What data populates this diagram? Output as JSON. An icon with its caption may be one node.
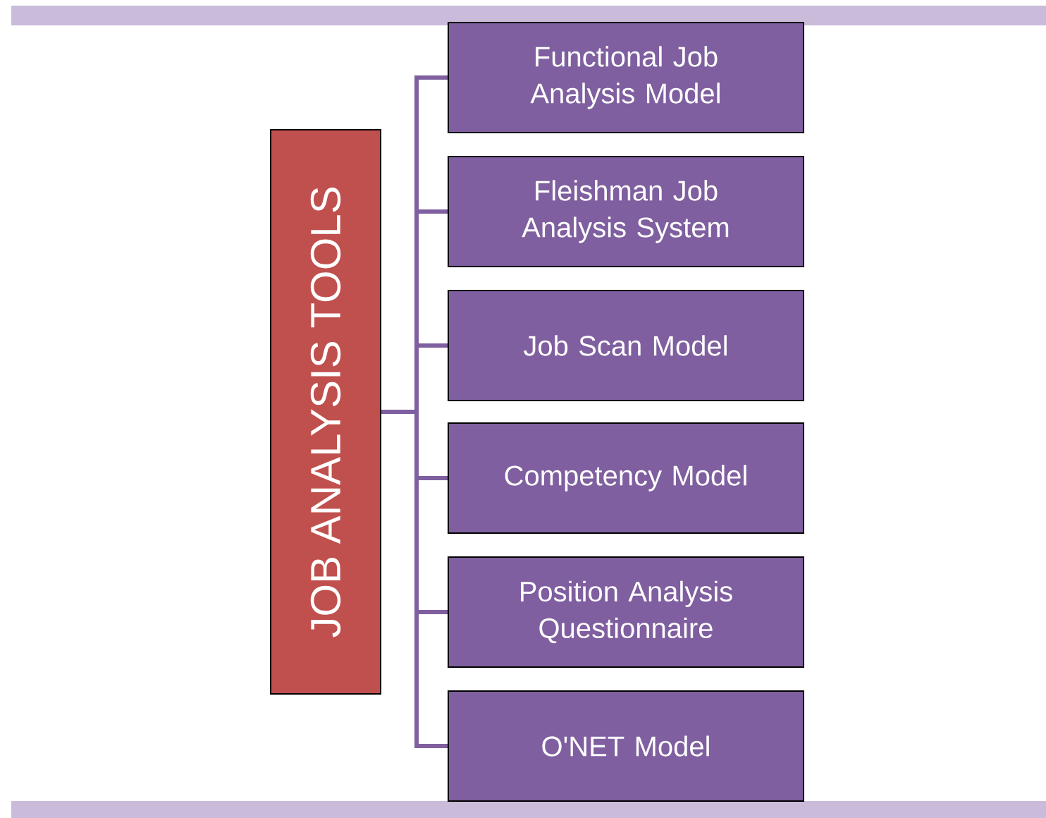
{
  "diagram": {
    "nodes": [
      {
        "text": [
          "JOB ANALYSIS TOOLS"
        ]
      },
      {
        "text": [
          "Functional Job Analysis Model"
        ]
      },
      {
        "text": [
          "Fleishman Job Analysis System"
        ]
      },
      {
        "text": [
          "Job Scan Model"
        ]
      },
      {
        "text": [
          "Competency Model"
        ]
      },
      {
        "text": [
          "Position Analysis Questionnaire"
        ]
      },
      {
        "text": [
          "O'NET Model"
        ]
      }
    ],
    "edges": [
      {
        "from": 0,
        "to": 1,
        "arrow": "none"
      },
      {
        "from": 0,
        "to": 2,
        "arrow": "none"
      },
      {
        "from": 0,
        "to": 3,
        "arrow": "none"
      },
      {
        "from": 0,
        "to": 4,
        "arrow": "none"
      },
      {
        "from": 0,
        "to": 5,
        "arrow": "none"
      },
      {
        "from": 0,
        "to": 6,
        "arrow": "none"
      }
    ]
  }
}
